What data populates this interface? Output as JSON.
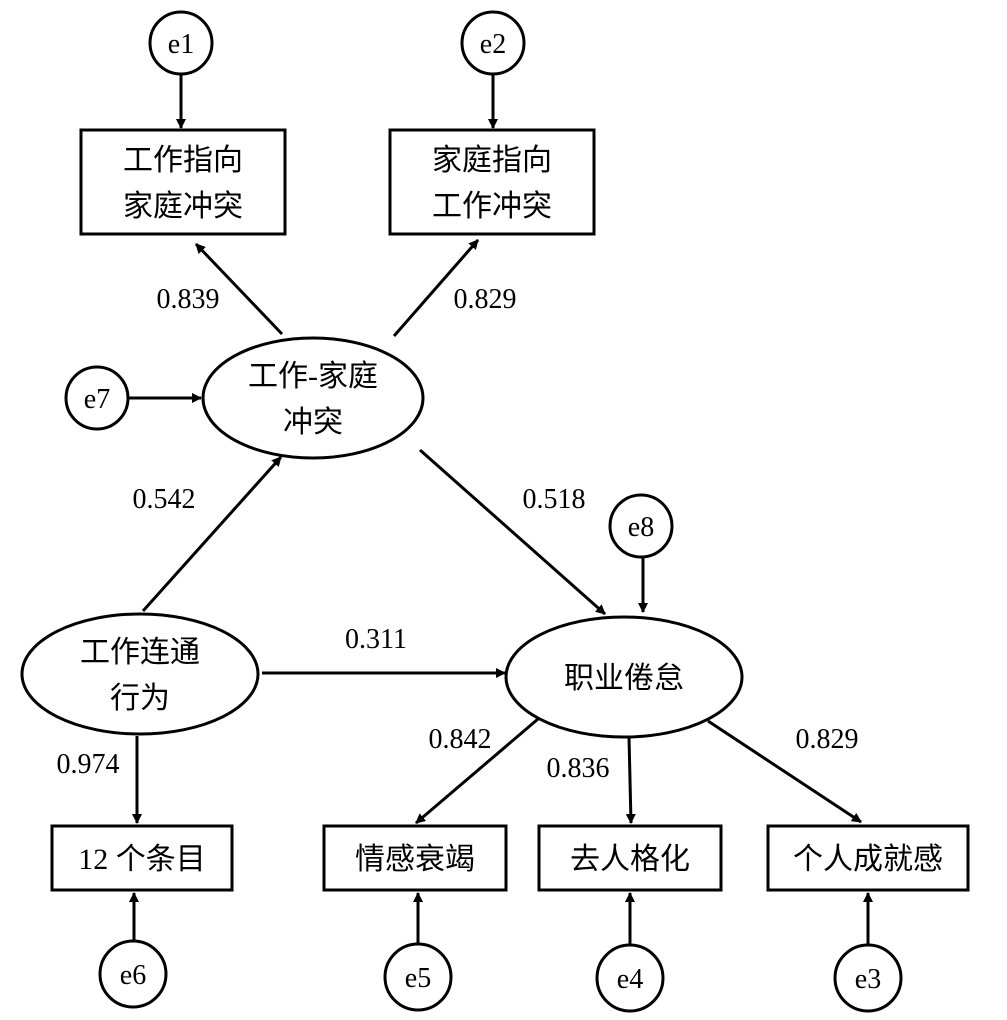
{
  "diagram": {
    "title": "Structural equation model: work connectivity behavior, work-family conflict and job burnout",
    "colors": {
      "stroke": "#000000",
      "background": "#ffffff",
      "text": "#000000"
    },
    "nodes": [
      {
        "id": "wfc_obs",
        "type": "observed",
        "lines": [
          "工作指向",
          "家庭冲突"
        ]
      },
      {
        "id": "fwc_obs",
        "type": "observed",
        "lines": [
          "家庭指向",
          "工作冲突"
        ]
      },
      {
        "id": "wfc",
        "type": "latent",
        "lines": [
          "工作-家庭",
          "冲突"
        ]
      },
      {
        "id": "wcb",
        "type": "latent",
        "lines": [
          "工作连通",
          "行为"
        ]
      },
      {
        "id": "burnout",
        "type": "latent",
        "lines": [
          "职业倦怠"
        ]
      },
      {
        "id": "items12",
        "type": "observed",
        "lines": [
          "12 个条目"
        ]
      },
      {
        "id": "exhaustion",
        "type": "observed",
        "lines": [
          "情感衰竭"
        ]
      },
      {
        "id": "depersonalization",
        "type": "observed",
        "lines": [
          "去人格化"
        ]
      },
      {
        "id": "accomplishment",
        "type": "observed",
        "lines": [
          "个人成就感"
        ]
      },
      {
        "id": "e1",
        "type": "error",
        "lines": [
          "e1"
        ]
      },
      {
        "id": "e2",
        "type": "error",
        "lines": [
          "e2"
        ]
      },
      {
        "id": "e3",
        "type": "error",
        "lines": [
          "e3"
        ]
      },
      {
        "id": "e4",
        "type": "error",
        "lines": [
          "e4"
        ]
      },
      {
        "id": "e5",
        "type": "error",
        "lines": [
          "e5"
        ]
      },
      {
        "id": "e6",
        "type": "error",
        "lines": [
          "e6"
        ]
      },
      {
        "id": "e7",
        "type": "error",
        "lines": [
          "e7"
        ]
      },
      {
        "id": "e8",
        "type": "error",
        "lines": [
          "e8"
        ]
      }
    ],
    "edges": [
      {
        "id": "e1-wfc_obs",
        "from": "e1",
        "to": "wfc_obs",
        "coef": ""
      },
      {
        "id": "e2-fwc_obs",
        "from": "e2",
        "to": "fwc_obs",
        "coef": ""
      },
      {
        "id": "wfc-wfc_obs",
        "from": "wfc",
        "to": "wfc_obs",
        "coef": "0.839"
      },
      {
        "id": "wfc-fwc_obs",
        "from": "wfc",
        "to": "fwc_obs",
        "coef": "0.829"
      },
      {
        "id": "e7-wfc",
        "from": "e7",
        "to": "wfc",
        "coef": ""
      },
      {
        "id": "wcb-wfc",
        "from": "wcb",
        "to": "wfc",
        "coef": "0.542"
      },
      {
        "id": "wfc-burnout",
        "from": "wfc",
        "to": "burnout",
        "coef": "0.518"
      },
      {
        "id": "e8-burnout",
        "from": "e8",
        "to": "burnout",
        "coef": ""
      },
      {
        "id": "wcb-burnout",
        "from": "wcb",
        "to": "burnout",
        "coef": "0.311"
      },
      {
        "id": "wcb-items12",
        "from": "wcb",
        "to": "items12",
        "coef": "0.974"
      },
      {
        "id": "burnout-exhaustion",
        "from": "burnout",
        "to": "exhaustion",
        "coef": "0.842"
      },
      {
        "id": "burnout-depersonalization",
        "from": "burnout",
        "to": "depersonalization",
        "coef": "0.836"
      },
      {
        "id": "burnout-accomplishment",
        "from": "burnout",
        "to": "accomplishment",
        "coef": "0.829"
      },
      {
        "id": "e6-items12",
        "from": "e6",
        "to": "items12",
        "coef": ""
      },
      {
        "id": "e5-exhaustion",
        "from": "e5",
        "to": "exhaustion",
        "coef": ""
      },
      {
        "id": "e4-depersonalization",
        "from": "e4",
        "to": "depersonalization",
        "coef": ""
      },
      {
        "id": "e3-accomplishment",
        "from": "e3",
        "to": "accomplishment",
        "coef": ""
      }
    ]
  }
}
